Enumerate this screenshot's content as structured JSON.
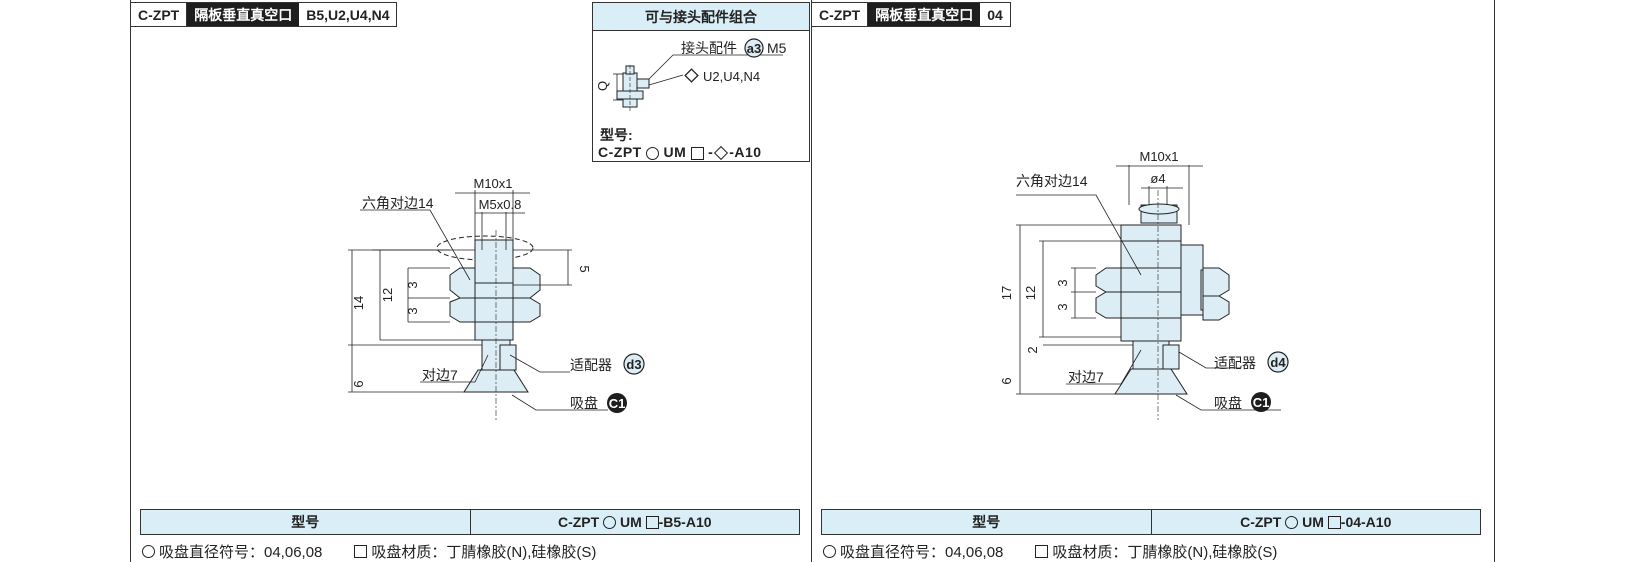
{
  "left": {
    "header": {
      "series": "C-ZPT",
      "type": "隔板垂直真空口",
      "codes": "B5,U2,U4,N4"
    },
    "drawing": {
      "thread_outer": "M10x1",
      "thread_inner": "M5x0.8",
      "hex": "六角对边14",
      "dim_14": "14",
      "dim_12": "12",
      "dim_3a": "3",
      "dim_3b": "3",
      "dim_5": "5",
      "dim_6": "6",
      "flats": "对边7",
      "adapter": "适配器",
      "adapter_code": "d3",
      "pad": "吸盘",
      "pad_code": "C1"
    },
    "model_table": {
      "label": "型号",
      "model_prefix": "C-ZPT",
      "model_mid": "UM",
      "model_suffix": "-B5-A10"
    },
    "footnote": {
      "diameter": "吸盘直径符号：04,06,08",
      "material": "吸盘材质：丁腈橡胶(N),硅橡胶(S)"
    }
  },
  "combo": {
    "title": "可与接头配件组合",
    "fitting_label": "接头配件",
    "fitting_code": "a3",
    "fitting_size": "M5",
    "fitting_options": "U2,U4,N4",
    "dim_q": "Q",
    "model_label": "型号:",
    "model_prefix": "C-ZPT",
    "model_mid": "UM",
    "model_suffix": "-A10"
  },
  "right": {
    "header": {
      "series": "C-ZPT",
      "type": "隔板垂直真空口",
      "codes": "04"
    },
    "drawing": {
      "thread_outer": "M10x1",
      "port": "ø4",
      "hex": "六角对边14",
      "dim_17": "17",
      "dim_12": "12",
      "dim_3a": "3",
      "dim_3b": "3",
      "dim_2": "2",
      "dim_6": "6",
      "flats": "对边7",
      "adapter": "适配器",
      "adapter_code": "d4",
      "pad": "吸盘",
      "pad_code": "C1"
    },
    "model_table": {
      "label": "型号",
      "model_prefix": "C-ZPT",
      "model_mid": "UM",
      "model_suffix": "-04-A10"
    },
    "footnote": {
      "diameter": "吸盘直径符号：04,06,08",
      "material": "吸盘材质：丁腈橡胶(N),硅橡胶(S)"
    }
  },
  "colors": {
    "table_header": "#d9eef7",
    "part_fill": "#dcedf5",
    "dark_cell": "#1e1e1e"
  }
}
